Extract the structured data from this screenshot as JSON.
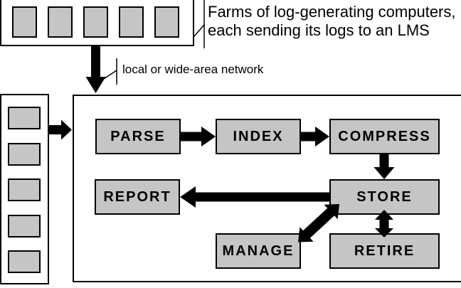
{
  "diagram": {
    "caption_line1": "Farms of log-generating computers,",
    "caption_line2": "each sending its logs to an LMS",
    "network_label": "local or wide-area network",
    "farm": {
      "computer_count": 5
    },
    "lms_servers": {
      "unit_count": 5
    },
    "nodes": {
      "parse": {
        "label": "PARSE"
      },
      "index": {
        "label": "INDEX"
      },
      "compress": {
        "label": "COMPRESS"
      },
      "report": {
        "label": "REPORT"
      },
      "store": {
        "label": "STORE"
      },
      "manage": {
        "label": "MANAGE"
      },
      "retire": {
        "label": "RETIRE"
      }
    },
    "flows": [
      "farm -> lms-servers (local or wide-area network)",
      "lms-servers -> pipeline",
      "parse -> index",
      "index -> compress",
      "compress -> store",
      "store -> report",
      "store <-> manage",
      "store <-> retire"
    ],
    "colors": {
      "box_fill": "#c5c5c5",
      "border": "#000000",
      "arrow": "#000000",
      "background": "#ffffff"
    }
  }
}
